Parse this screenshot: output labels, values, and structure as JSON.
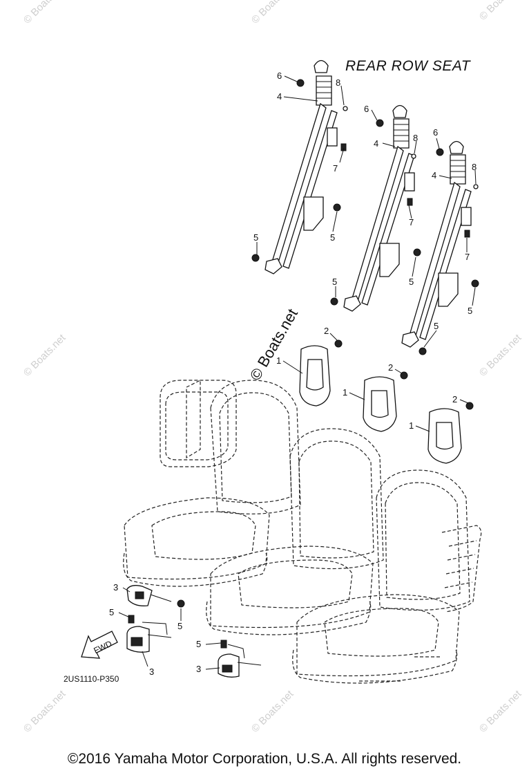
{
  "title": "REAR ROW SEAT",
  "diagram_code": "2US1110-P350",
  "fwd_label": "FWD",
  "watermark_center": "© Boats.net",
  "watermark_faint": "© Boats.net",
  "copyright": "©2016 Yamaha Motor Corporation, U.S.A. All rights reserved.",
  "callouts": {
    "c1": "1",
    "c2": "2",
    "c3": "3",
    "c4": "4",
    "c5": "5",
    "c6": "6",
    "c7": "7",
    "c8": "8"
  }
}
